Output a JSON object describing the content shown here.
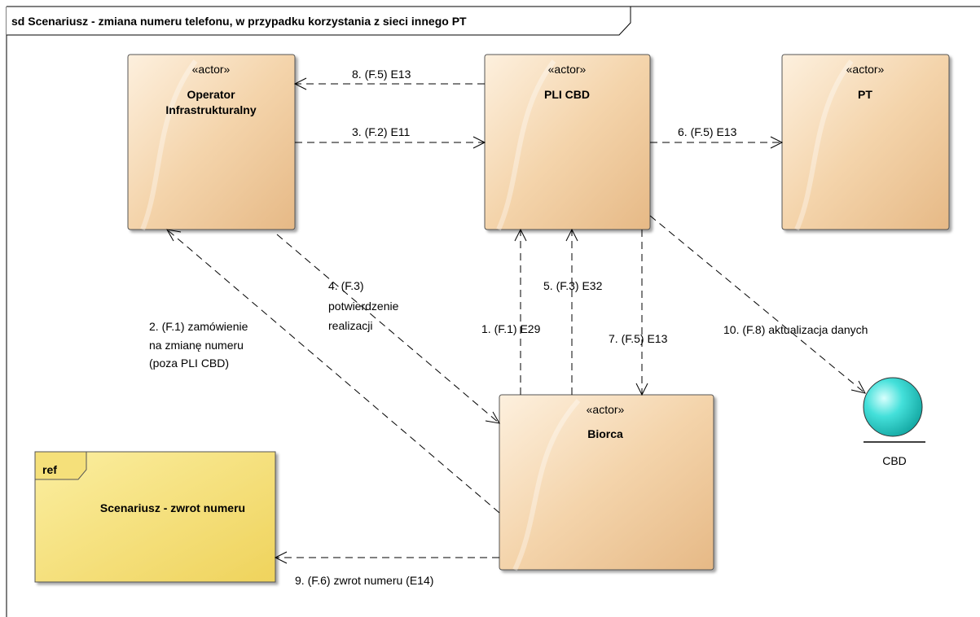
{
  "frame": {
    "title": "sd Scenariusz - zmiana numeru telefonu, w przypadku korzystania z sieci innego PT"
  },
  "actors": {
    "operator": {
      "stereotype": "«actor»",
      "name_line1": "Operator",
      "name_line2": "Infrastrukturalny"
    },
    "plicbd": {
      "stereotype": "«actor»",
      "name": "PLI CBD"
    },
    "pt": {
      "stereotype": "«actor»",
      "name": "PT"
    },
    "biorca": {
      "stereotype": "«actor»",
      "name": "Biorca"
    }
  },
  "ref": {
    "tag": "ref",
    "name": "Scenariusz - zwrot numeru"
  },
  "cbd": {
    "name": "CBD"
  },
  "messages": {
    "m1": "1. (F.1) E29",
    "m2_line1": "2. (F.1) zamówienie",
    "m2_line2": "na zmianę numeru",
    "m2_line3": "(poza PLI CBD)",
    "m3": "3. (F.2) E11",
    "m4_line1": "4. (F.3)",
    "m4_line2": "potwierdzenie",
    "m4_line3": "realizacji",
    "m5": "5. (F.3) E32",
    "m6": "6. (F.5) E13",
    "m7": "7. (F.5) E13",
    "m8": "8. (F.5) E13",
    "m9": "9. (F.6) zwrot numeru (E14)",
    "m10": "10. (F.8) aktualizacja danych"
  },
  "colors": {
    "actor_fill_light": "#fbe7cf",
    "actor_fill_dark": "#e9bf8e",
    "ref_fill": "#f5e07a",
    "cbd_fill": "#33d6d0",
    "line": "#000000"
  }
}
